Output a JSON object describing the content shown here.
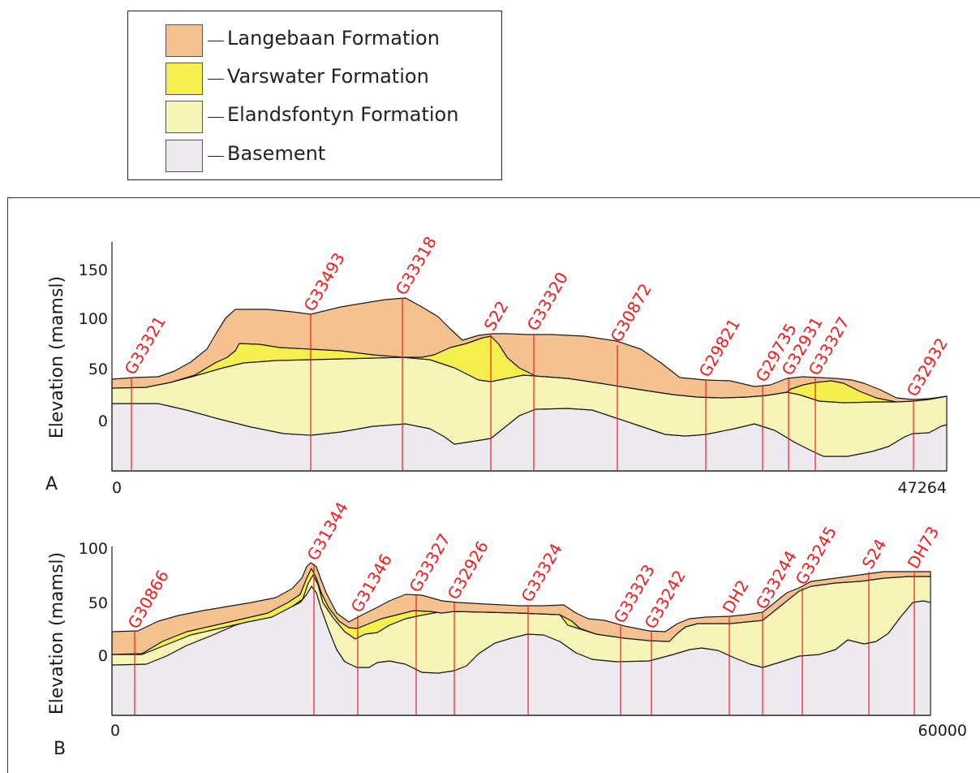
{
  "legend": {
    "items": [
      {
        "label": "Langebaan Formation",
        "color": "#f5c18e"
      },
      {
        "label": "Varswater Formation",
        "color": "#f4ef4c"
      },
      {
        "label": "Elandsfontyn Formation",
        "color": "#f7f4b7"
      },
      {
        "label": "Basement",
        "color": "#ede9ef"
      }
    ]
  },
  "colors": {
    "langebaan": "#f5c18e",
    "varswater": "#f4ef4c",
    "elandsfontyn": "#f7f4b7",
    "basement": "#ede9ef",
    "well_line": "#ee1c1c",
    "outline": "#1a1a1a"
  },
  "section_a": {
    "panel_label": "A",
    "ylabel": "Elevation (mamsl)",
    "y_ticks": [
      "150",
      "100",
      "50",
      "0"
    ],
    "x_start_label": "0",
    "x_end_label": "47264",
    "wells": [
      "G33321",
      "G33493",
      "G33318",
      "S22",
      "G33320",
      "G30872",
      "G29821",
      "G29735",
      "G32931",
      "G33327",
      "G32932"
    ]
  },
  "section_b": {
    "panel_label": "B",
    "ylabel": "Elevation (mamsl)",
    "y_ticks": [
      "100",
      "50",
      "0"
    ],
    "x_start_label": "0",
    "x_end_label": "60000",
    "wells": [
      "G30866",
      "G31344",
      "G31346",
      "G33327",
      "G32926",
      "G33324",
      "G33323",
      "G33242",
      "DH2",
      "G33244",
      "G33245",
      "S24",
      "DH73"
    ]
  }
}
